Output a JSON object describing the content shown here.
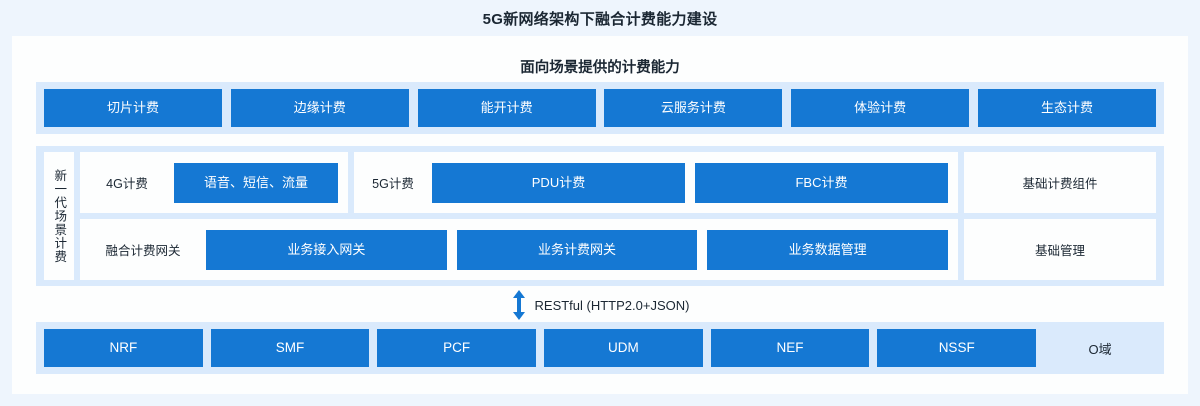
{
  "title": "5G新网络架构下融合计费能力建设",
  "subtitle": "面向场景提供的计费能力",
  "colors": {
    "page_background": "#eef5fd",
    "card_background": "#fdfefe",
    "band_background": "#daeafc",
    "chip_blue": "#1578d3",
    "text": "#1b2733"
  },
  "scenario_capabilities": [
    {
      "label": "切片计费"
    },
    {
      "label": "边缘计费"
    },
    {
      "label": "能开计费"
    },
    {
      "label": "云服务计费"
    },
    {
      "label": "体验计费"
    },
    {
      "label": "生态计费"
    }
  ],
  "side_label": "新一代场景计费",
  "middle": {
    "row1": {
      "group_4g": {
        "label": "4G计费",
        "items": [
          "语音、短信、流量"
        ]
      },
      "group_5g": {
        "label": "5G计费",
        "items": [
          "PDU计费",
          "FBC计费"
        ]
      },
      "right_box": "基础计费组件"
    },
    "row2": {
      "group_gateway": {
        "label": "融合计费网关",
        "items": [
          "业务接入网关",
          "业务计费网关",
          "业务数据管理"
        ]
      },
      "right_box": "基础管理"
    }
  },
  "connector": {
    "label": "RESTful (HTTP2.0+JSON)",
    "icon": "double-arrow-vertical-icon"
  },
  "network_functions": [
    {
      "label": "NRF"
    },
    {
      "label": "SMF"
    },
    {
      "label": "PCF"
    },
    {
      "label": "UDM"
    },
    {
      "label": "NEF"
    },
    {
      "label": "NSSF"
    }
  ],
  "domain_label": "O域"
}
